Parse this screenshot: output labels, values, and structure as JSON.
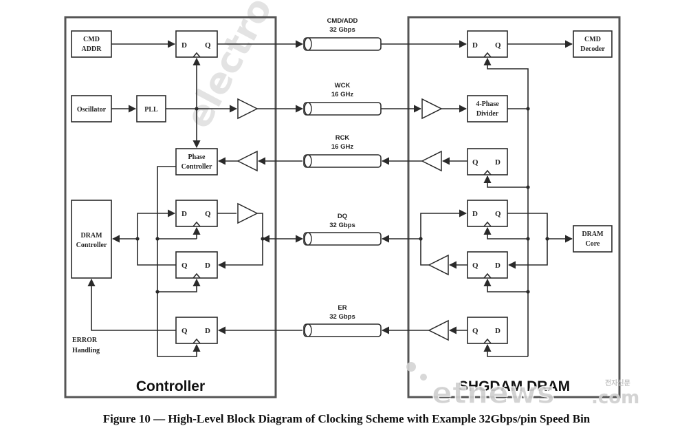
{
  "controller": {
    "title": "Controller",
    "cmd_addr": [
      "CMD",
      "ADDR"
    ],
    "oscillator": "Oscillator",
    "pll": "PLL",
    "phase_controller": [
      "Phase",
      "Controller"
    ],
    "dram_controller": [
      "DRAM",
      "Controller"
    ],
    "error_handling": [
      "ERROR",
      "Handling"
    ]
  },
  "dram": {
    "title": "SHGDAM DRAM",
    "cmd_decoder": [
      "CMD",
      "Decoder"
    ],
    "four_phase_divider": [
      "4-Phase",
      "Divider"
    ],
    "dram_core": [
      "DRAM",
      "Core"
    ]
  },
  "flipflop_pins": {
    "d": "D",
    "q": "Q"
  },
  "signals": {
    "cmd": [
      "CMD/ADD",
      "32 Gbps"
    ],
    "wck": [
      "WCK",
      "16 GHz"
    ],
    "rck": [
      "RCK",
      "16 GHz"
    ],
    "dq": [
      "DQ",
      "32 Gbps"
    ],
    "er": [
      "ER",
      "32 Gbps"
    ]
  },
  "caption": "Figure 10 — High-Level Block Diagram of Clocking Scheme with Example 32Gbps/pin Speed Bin",
  "watermarks": {
    "left": "electro",
    "logo": "etnews",
    "logo_suffix": ".com",
    "korean": "전자신문"
  }
}
